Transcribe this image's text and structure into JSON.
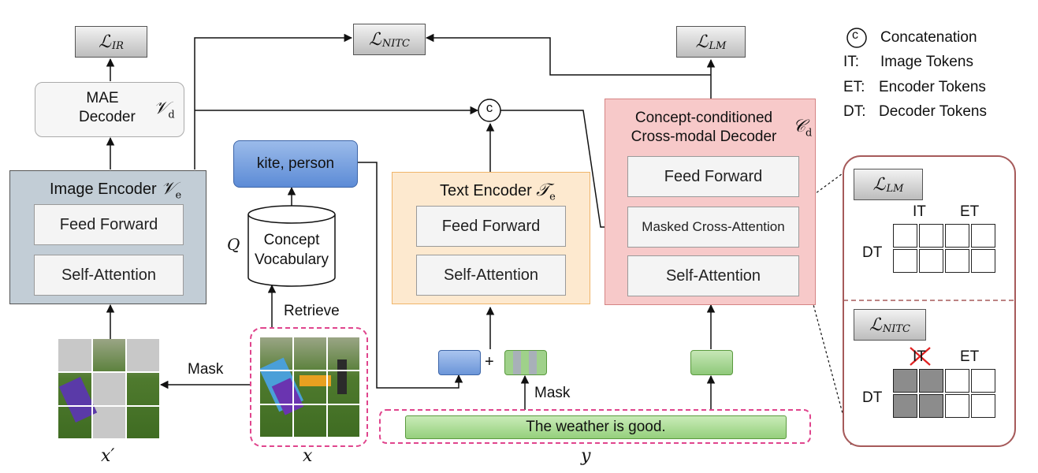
{
  "losses": {
    "ir": {
      "base": "ℒ",
      "sub": "IR"
    },
    "nitc": {
      "base": "ℒ",
      "sub": "NITC"
    },
    "lm": {
      "base": "ℒ",
      "sub": "LM"
    }
  },
  "mae": {
    "line1": "MAE",
    "line2": "Decoder",
    "symbol": "𝒱",
    "symbol_sub": "d"
  },
  "image_encoder": {
    "title": "Image Encoder",
    "symbol": "𝒱",
    "symbol_sub": "e",
    "feed_forward": "Feed Forward",
    "self_attention": "Self-Attention"
  },
  "concepts": {
    "label": "kite, person"
  },
  "vocab": {
    "q": "Q",
    "line1": "Concept",
    "line2": "Vocabulary",
    "retrieve": "Retrieve"
  },
  "text_encoder": {
    "title": "Text Encoder",
    "symbol": "𝒯",
    "symbol_sub": "e",
    "feed_forward": "Feed Forward",
    "self_attention": "Self-Attention"
  },
  "decoder": {
    "title1": "Concept-conditioned",
    "title2": "Cross-modal Decoder",
    "symbol": "𝒞",
    "symbol_sub": "d",
    "feed_forward": "Feed Forward",
    "masked_cross": "Masked Cross-Attention",
    "self_attention": "Self-Attention"
  },
  "concat_symbol": "c",
  "plus": "+",
  "mask_label_image": "Mask",
  "mask_label_text": "Mask",
  "caption": "The weather is good.",
  "var_labels": {
    "x_prime": "x′",
    "x": "x",
    "y": "y"
  },
  "legend": [
    {
      "key": "c",
      "text": "Concatenation"
    },
    {
      "key": "IT:",
      "text": "Image Tokens"
    },
    {
      "key": "ET:",
      "text": "Encoder Tokens"
    },
    {
      "key": "DT:",
      "text": "Decoder Tokens"
    }
  ],
  "mask_panel": {
    "top": {
      "it": "IT",
      "et": "ET",
      "dt": "DT"
    },
    "bottom": {
      "it": "IT",
      "et": "ET",
      "dt": "DT"
    }
  },
  "colors": {
    "image_encoder_bg": "#c2cdd6",
    "text_encoder_bg": "#fde9cf",
    "decoder_bg": "#f7c9c9",
    "concept_blue": "#6b95d8",
    "token_green": "#9fd18a",
    "dashed_pink": "#e0458d",
    "panel_border": "#a65a5a"
  }
}
